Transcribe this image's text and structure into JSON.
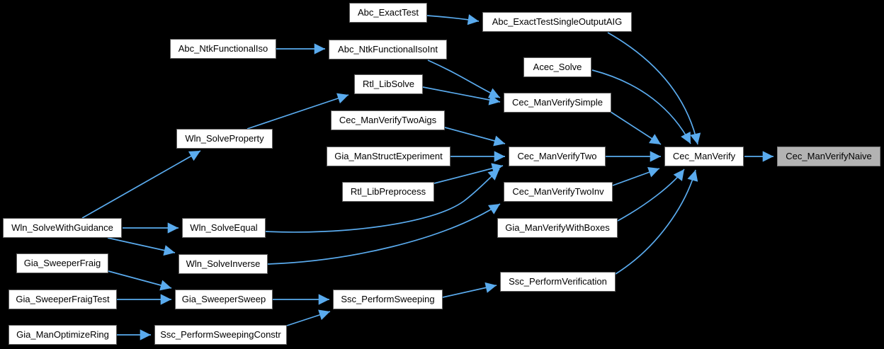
{
  "graph": {
    "type": "call-graph",
    "background": "#000000",
    "colors": {
      "node_fill": "#ffffff",
      "node_border": "#5f5f5f",
      "edge": "#5aabee",
      "highlight_fill": "#b3b3b3",
      "highlight_border": "#7d7d7d",
      "text": "#000000"
    },
    "nodes": [
      {
        "id": "abc_exacttest",
        "label": "Abc_ExactTest",
        "highlighted": false
      },
      {
        "id": "abc_exacttestsingleoutputaig",
        "label": "Abc_ExactTestSingleOutputAIG",
        "highlighted": false
      },
      {
        "id": "abc_ntkfunctionaliso",
        "label": "Abc_NtkFunctionalIso",
        "highlighted": false
      },
      {
        "id": "abc_ntkfunctionalisoint",
        "label": "Abc_NtkFunctionalIsoInt",
        "highlighted": false
      },
      {
        "id": "acec_solve",
        "label": "Acec_Solve",
        "highlighted": false
      },
      {
        "id": "rtl_libsolve",
        "label": "Rtl_LibSolve",
        "highlighted": false
      },
      {
        "id": "cec_manverifysimple",
        "label": "Cec_ManVerifySimple",
        "highlighted": false
      },
      {
        "id": "cec_manverifytwoaigs",
        "label": "Cec_ManVerifyTwoAigs",
        "highlighted": false
      },
      {
        "id": "wln_solveproperty",
        "label": "Wln_SolveProperty",
        "highlighted": false
      },
      {
        "id": "gia_manstructexperiment",
        "label": "Gia_ManStructExperiment",
        "highlighted": false
      },
      {
        "id": "cec_manverifytwo",
        "label": "Cec_ManVerifyTwo",
        "highlighted": false
      },
      {
        "id": "cec_manverify",
        "label": "Cec_ManVerify",
        "highlighted": false
      },
      {
        "id": "cec_manverifynaive",
        "label": "Cec_ManVerifyNaive",
        "highlighted": true
      },
      {
        "id": "rtl_libpreprocess",
        "label": "Rtl_LibPreprocess",
        "highlighted": false
      },
      {
        "id": "cec_manverifytwoinv",
        "label": "Cec_ManVerifyTwoInv",
        "highlighted": false
      },
      {
        "id": "wln_solvewithguidance",
        "label": "Wln_SolveWithGuidance",
        "highlighted": false
      },
      {
        "id": "wln_solveequal",
        "label": "Wln_SolveEqual",
        "highlighted": false
      },
      {
        "id": "gia_manverifywithboxes",
        "label": "Gia_ManVerifyWithBoxes",
        "highlighted": false
      },
      {
        "id": "gia_sweeperfraig",
        "label": "Gia_SweeperFraig",
        "highlighted": false
      },
      {
        "id": "wln_solveinverse",
        "label": "Wln_SolveInverse",
        "highlighted": false
      },
      {
        "id": "gia_sweeperfraigtest",
        "label": "Gia_SweeperFraigTest",
        "highlighted": false
      },
      {
        "id": "gia_sweepersweep",
        "label": "Gia_SweeperSweep",
        "highlighted": false
      },
      {
        "id": "ssc_performsweeping",
        "label": "Ssc_PerformSweeping",
        "highlighted": false
      },
      {
        "id": "ssc_performverification",
        "label": "Ssc_PerformVerification",
        "highlighted": false
      },
      {
        "id": "gia_manoptimizering",
        "label": "Gia_ManOptimizeRing",
        "highlighted": false
      },
      {
        "id": "ssc_performsweepingconstr",
        "label": "Ssc_PerformSweepingConstr",
        "highlighted": false
      }
    ],
    "edges": [
      {
        "from": "Abc_ExactTest",
        "to": "Abc_ExactTestSingleOutputAIG"
      },
      {
        "from": "Abc_ExactTestSingleOutputAIG",
        "to": "Cec_ManVerify"
      },
      {
        "from": "Abc_NtkFunctionalIso",
        "to": "Abc_NtkFunctionalIsoInt"
      },
      {
        "from": "Abc_NtkFunctionalIsoInt",
        "to": "Cec_ManVerifySimple"
      },
      {
        "from": "Acec_Solve",
        "to": "Cec_ManVerify"
      },
      {
        "from": "Rtl_LibSolve",
        "to": "Cec_ManVerifySimple"
      },
      {
        "from": "Cec_ManVerifySimple",
        "to": "Cec_ManVerify"
      },
      {
        "from": "Wln_SolveProperty",
        "to": "Rtl_LibSolve"
      },
      {
        "from": "Cec_ManVerifyTwoAigs",
        "to": "Cec_ManVerifyTwo"
      },
      {
        "from": "Gia_ManStructExperiment",
        "to": "Cec_ManVerifyTwo"
      },
      {
        "from": "Rtl_LibPreprocess",
        "to": "Cec_ManVerifyTwo"
      },
      {
        "from": "Wln_SolveEqual",
        "to": "Cec_ManVerifyTwo"
      },
      {
        "from": "Wln_SolveInverse",
        "to": "Cec_ManVerifyTwoInv"
      },
      {
        "from": "Cec_ManVerifyTwo",
        "to": "Cec_ManVerify"
      },
      {
        "from": "Cec_ManVerifyTwoInv",
        "to": "Cec_ManVerify"
      },
      {
        "from": "Gia_ManVerifyWithBoxes",
        "to": "Cec_ManVerify"
      },
      {
        "from": "Ssc_PerformVerification",
        "to": "Cec_ManVerify"
      },
      {
        "from": "Wln_SolveWithGuidance",
        "to": "Wln_SolveProperty"
      },
      {
        "from": "Wln_SolveWithGuidance",
        "to": "Wln_SolveEqual"
      },
      {
        "from": "Wln_SolveWithGuidance",
        "to": "Wln_SolveInverse"
      },
      {
        "from": "Gia_SweeperFraig",
        "to": "Gia_SweeperSweep"
      },
      {
        "from": "Gia_SweeperFraigTest",
        "to": "Gia_SweeperSweep"
      },
      {
        "from": "Gia_SweeperSweep",
        "to": "Ssc_PerformSweeping"
      },
      {
        "from": "Ssc_PerformSweepingConstr",
        "to": "Ssc_PerformSweeping"
      },
      {
        "from": "Gia_ManOptimizeRing",
        "to": "Ssc_PerformSweepingConstr"
      },
      {
        "from": "Ssc_PerformSweeping",
        "to": "Ssc_PerformVerification"
      },
      {
        "from": "Cec_ManVerify",
        "to": "Cec_ManVerifyNaive"
      }
    ]
  }
}
